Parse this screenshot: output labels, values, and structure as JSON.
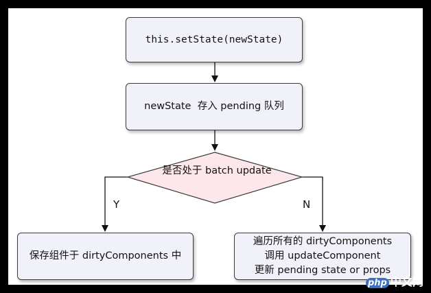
{
  "nodes": {
    "set_state": "this.setState(newState)",
    "pending": "newState  存入 pending 队列",
    "decision": "是否处于 batch update",
    "dirty": "保存组件于 dirtyComponents 中",
    "iterate": {
      "line1": "遍历所有的 dirtyComponents",
      "line2": "调用 updateComponent",
      "line3": "更新 pending state or props"
    }
  },
  "edges": {
    "yes_label": "Y",
    "no_label": "N"
  },
  "watermark": {
    "badge": "php",
    "text": "中文网"
  },
  "colors": {
    "box_fill": "#f1f2f9",
    "diamond_fill": "#fde7ea",
    "stroke": "#3a3a3a"
  }
}
